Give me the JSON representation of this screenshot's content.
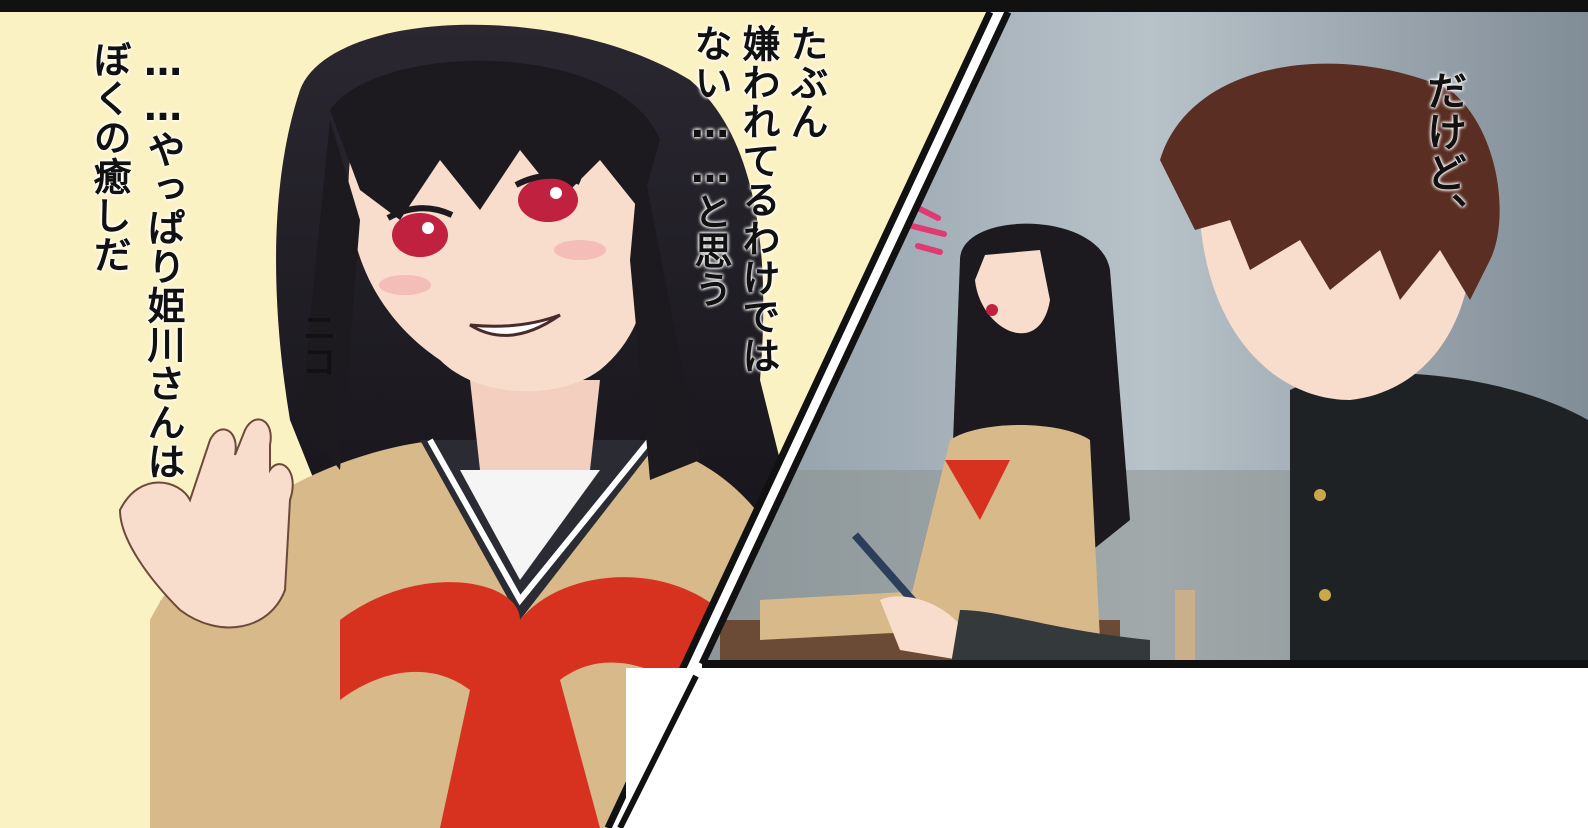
{
  "panels": {
    "left": {
      "bg": "#fbf2c4",
      "bubble_1": "……やっぱり姫川さんは\nぼくの癒しだ",
      "bubble_2": "たぶん\n嫌われてるわけでは\nない……と思う",
      "sfx": "ニコ"
    },
    "right": {
      "bubble": "だけど、"
    }
  },
  "colors": {
    "hair": "#1c1a1f",
    "skin": "#f8dccc",
    "sweater": "#d7b98a",
    "scarf": "#d7321f",
    "uniform_boy": "#1f2224",
    "boy_hair": "#5a2e22",
    "bg_classroom": "#a9b4bc",
    "eyes": "#c0213f",
    "sfx_accent": "#e03a72"
  }
}
